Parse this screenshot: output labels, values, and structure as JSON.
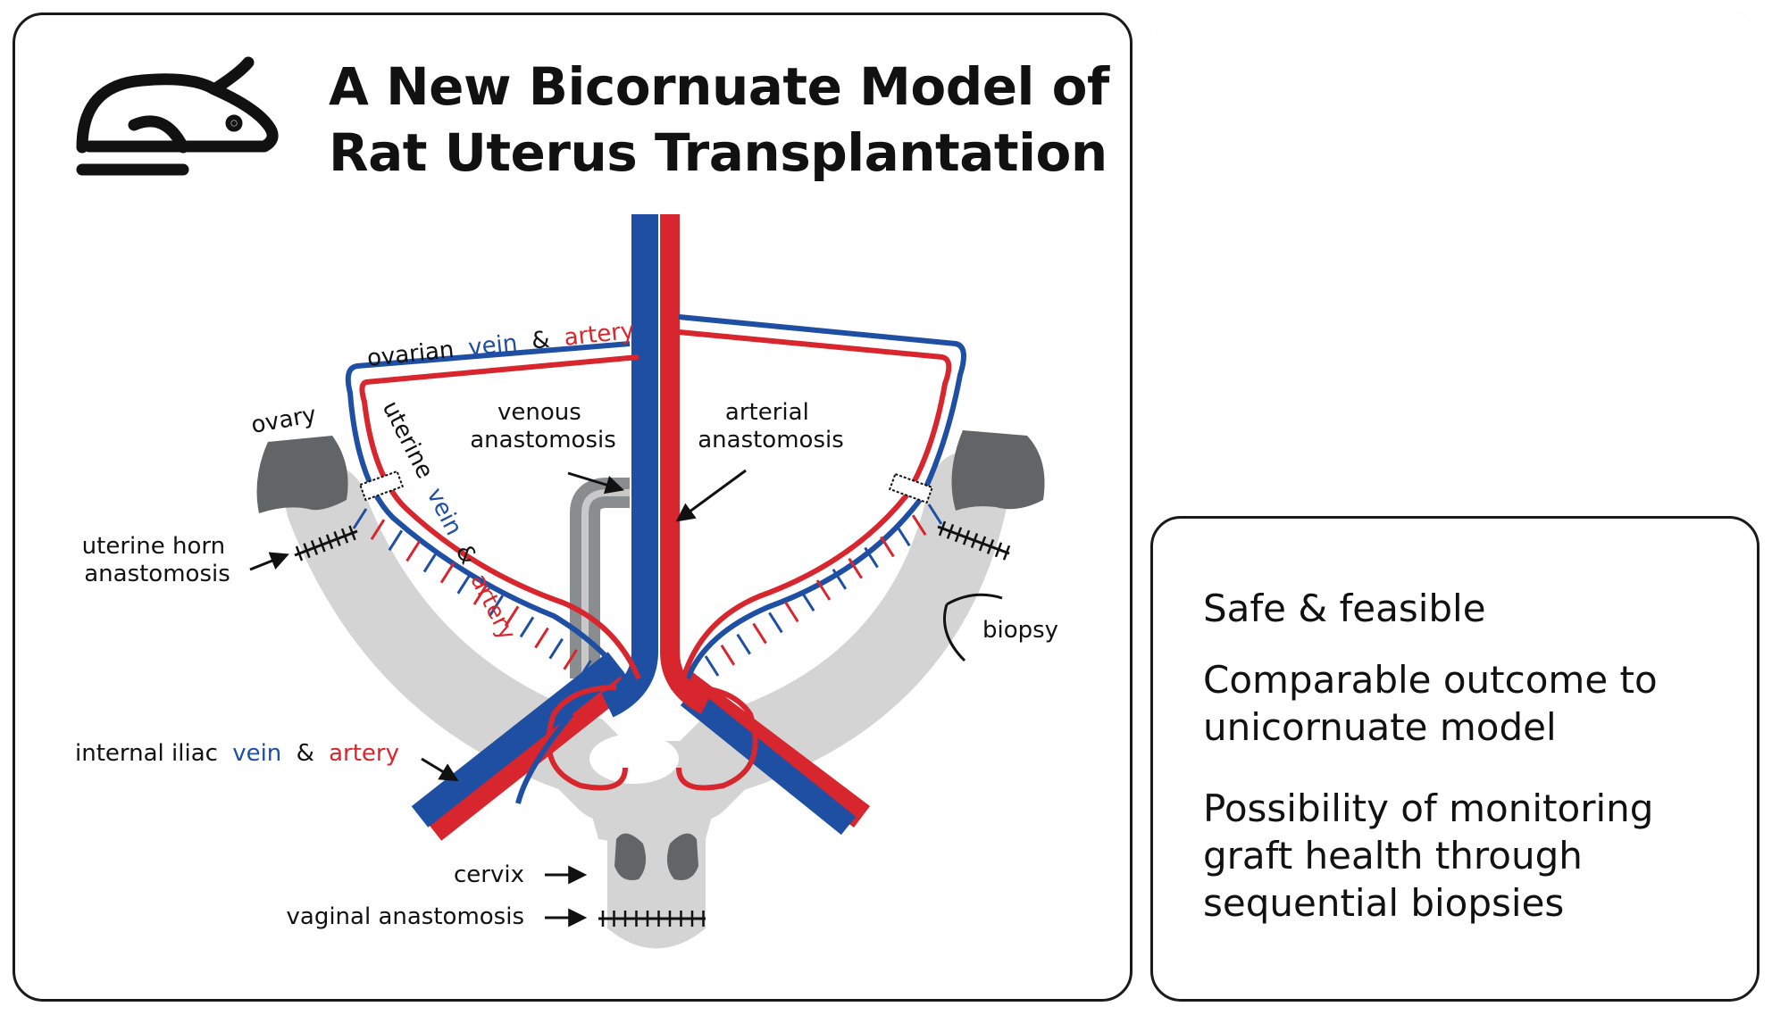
{
  "title": {
    "line1": "A New Bicornuate Model of",
    "line2": "Rat Uterus Transplantation"
  },
  "icons": {
    "rat": "rat-icon"
  },
  "colors": {
    "vein": "#1e4fa3",
    "artery": "#d7262d",
    "tissue": "#d4d4d4",
    "ovary": "#626567",
    "text": "#111111"
  },
  "labels": {
    "ovarian_prefix": "ovarian",
    "ovarian_vein": "vein",
    "ovarian_amp": "&",
    "ovarian_artery": "artery",
    "uterine_prefix": "uterine",
    "uterine_vein": "vein",
    "uterine_amp": "&",
    "uterine_artery": "artery",
    "ovary": "ovary",
    "venous_1": "venous",
    "venous_2": "anastomosis",
    "arterial_1": "arterial",
    "arterial_2": "anastomosis",
    "uterine_horn_1": "uterine horn",
    "uterine_horn_2": "anastomosis",
    "biopsy": "biopsy",
    "iliac_prefix": "internal iliac",
    "iliac_vein": "vein",
    "iliac_amp": "&",
    "iliac_artery": "artery",
    "cervix": "cervix",
    "vaginal": "vaginal anastomosis"
  },
  "points": [
    "Safe & feasible",
    "Comparable outcome to unicornuate model",
    "Possibility of monitoring graft health through sequential biopsies"
  ],
  "points_lines": [
    [
      "Safe & feasible"
    ],
    [
      "Comparable outcome to",
      "unicornuate model"
    ],
    [
      "Possibility of monitoring",
      "graft health through",
      "sequential biopsies"
    ]
  ]
}
